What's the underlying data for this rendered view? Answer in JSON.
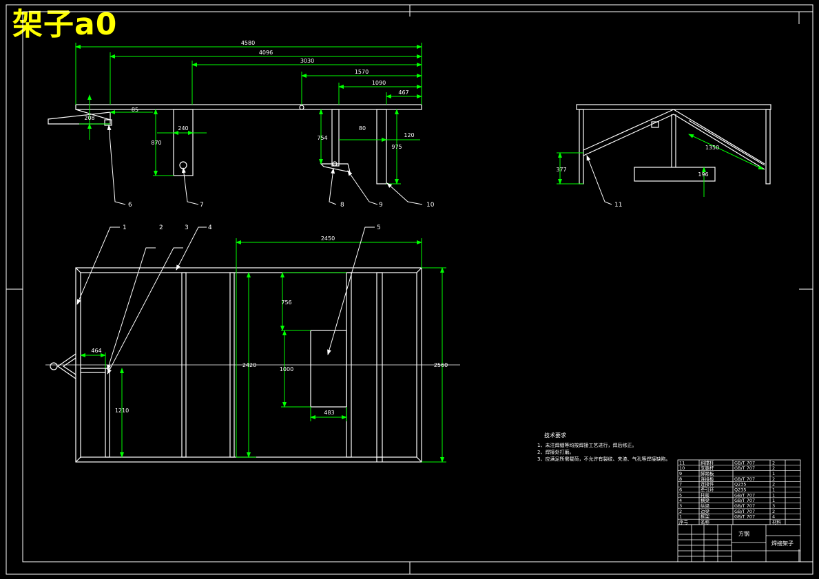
{
  "title": "架子a0",
  "colors": {
    "background": "#000000",
    "outline": "#ffffff",
    "dimension": "#00ff00",
    "title": "#ffff00"
  },
  "side_view": {
    "dims": {
      "d4580": "4580",
      "d4096": "4096",
      "d3030": "3030",
      "d1570": "1570",
      "d1090": "1090",
      "d467": "467",
      "d85": "85",
      "d208": "208",
      "d240": "240",
      "d870": "870",
      "d754": "754",
      "d80": "80",
      "d975": "975",
      "d120": "120"
    },
    "refs": {
      "r6": "6",
      "r7": "7",
      "r8": "8",
      "r9": "9",
      "r10": "10"
    }
  },
  "end_view": {
    "dims": {
      "d1350": "1350",
      "d377": "377",
      "d196": "196"
    },
    "refs": {
      "r11": "11"
    }
  },
  "top_view": {
    "dims": {
      "d2450": "2450",
      "d756": "756",
      "d2420": "2420",
      "d1000": "1000",
      "d2560": "2560",
      "d464": "464",
      "d1210": "1210",
      "d483": "483"
    },
    "refs": {
      "r1": "1",
      "r2": "2",
      "r3": "3",
      "r4": "4",
      "r5": "5"
    }
  },
  "notes": {
    "heading": "技术要求",
    "items": [
      "1、未注焊缝等均按焊接工艺进行，焊后修正。",
      "2、焊接处打磨。",
      "3、应满足所需载荷，不允许有裂纹、夹渣、气孔等焊接缺陷。"
    ]
  },
  "parts_list": {
    "rows": [
      {
        "no": "11",
        "name": "斜撑杆",
        "std": "GB/T 707",
        "qty": "2"
      },
      {
        "no": "10",
        "name": "支腿杆",
        "std": "GB/T 707",
        "qty": "2"
      },
      {
        "no": "9",
        "name": "脚踏板",
        "std": "",
        "qty": "1"
      },
      {
        "no": "8",
        "name": "连接板",
        "std": "GB/T 707",
        "qty": "2"
      },
      {
        "no": "7",
        "name": "连接件",
        "std": "Q235",
        "qty": "2"
      },
      {
        "no": "6",
        "name": "牵引环",
        "std": "Q235",
        "qty": "1"
      },
      {
        "no": "5",
        "name": "托板",
        "std": "GB/T 707",
        "qty": "1"
      },
      {
        "no": "4",
        "name": "横梁",
        "std": "GB/T 707",
        "qty": "1"
      },
      {
        "no": "3",
        "name": "纵梁",
        "std": "GB/T 707",
        "qty": "3"
      },
      {
        "no": "2",
        "name": "边梁",
        "std": "GB/T 707",
        "qty": "2"
      },
      {
        "no": "1",
        "name": "框架",
        "std": "GB/T 707",
        "qty": "4"
      }
    ],
    "header": {
      "no": "序号",
      "name": "名称",
      "material": "材料"
    }
  },
  "title_block": {
    "material": "方钢",
    "drawing_name": "焊接架子"
  }
}
